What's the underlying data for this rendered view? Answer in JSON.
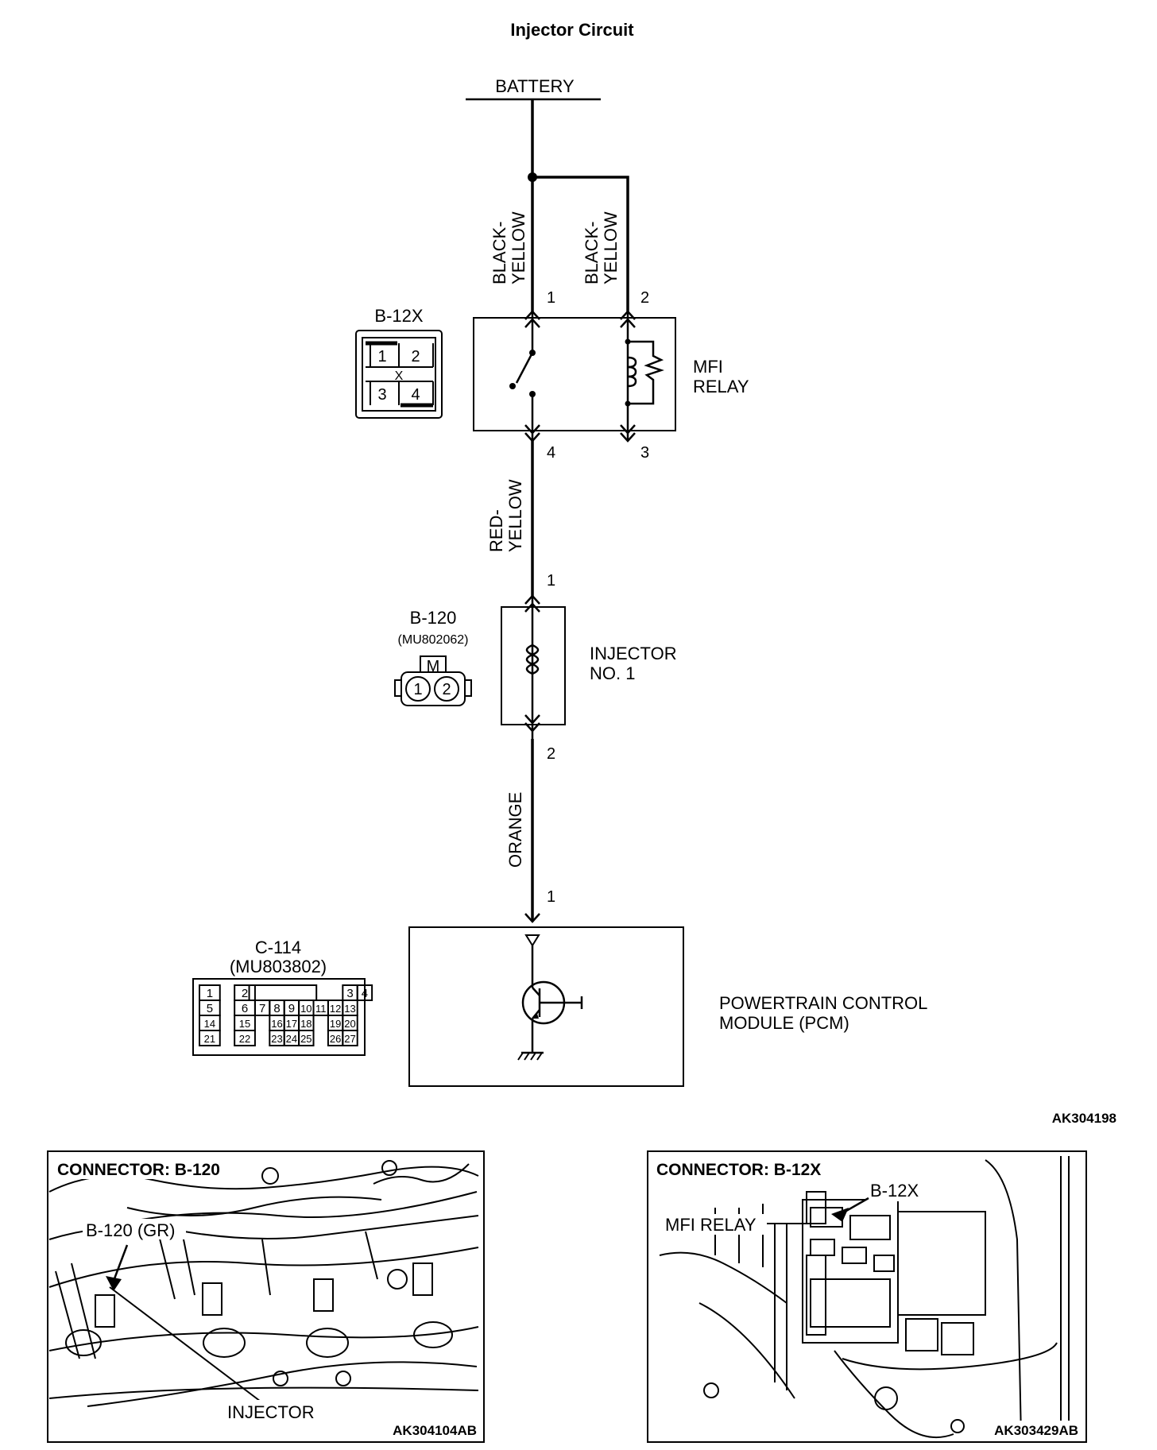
{
  "title": "Injector Circuit",
  "battery_label": "BATTERY",
  "wires": {
    "left_top": [
      "BLACK-",
      "YELLOW"
    ],
    "right_top": [
      "BLACK-",
      "YELLOW"
    ],
    "middle": [
      "RED-",
      "YELLOW"
    ],
    "bottom": "ORANGE"
  },
  "pins": {
    "relay_1": "1",
    "relay_2": "2",
    "relay_4": "4",
    "relay_3": "3",
    "inj_1": "1",
    "inj_2": "2",
    "pcm_1": "1"
  },
  "relay": {
    "label_line1": "MFI",
    "label_line2": "RELAY",
    "connector_id": "B-12X",
    "connector_pins": [
      "1",
      "2",
      "X",
      "3",
      "4"
    ]
  },
  "injector": {
    "label_line1": "INJECTOR",
    "label_line2": "NO. 1",
    "connector_id": "B-120",
    "connector_part": "(MU802062)",
    "connector_mark": "M",
    "connector_pins": [
      "1",
      "2"
    ]
  },
  "pcm": {
    "label_line1": "POWERTRAIN CONTROL",
    "label_line2": "MODULE (PCM)",
    "connector_id": "C-114",
    "connector_part": "(MU803802)",
    "connector_pins": [
      "1",
      "2",
      "3",
      "4",
      "5",
      "6",
      "7",
      "8",
      "9",
      "10",
      "11",
      "12",
      "13",
      "14",
      "15",
      "16",
      "17",
      "18",
      "19",
      "20",
      "21",
      "22",
      "23",
      "24",
      "25",
      "26",
      "27"
    ]
  },
  "figure_code": "AK304198",
  "panel_left": {
    "heading": "CONNECTOR: B-120",
    "callout_connector": "B-120 (GR)",
    "callout_part": "INJECTOR",
    "code": "AK304104AB"
  },
  "panel_right": {
    "heading": "CONNECTOR: B-12X",
    "callout_connector": "B-12X",
    "callout_part": "MFI RELAY",
    "code": "AK303429AB"
  }
}
